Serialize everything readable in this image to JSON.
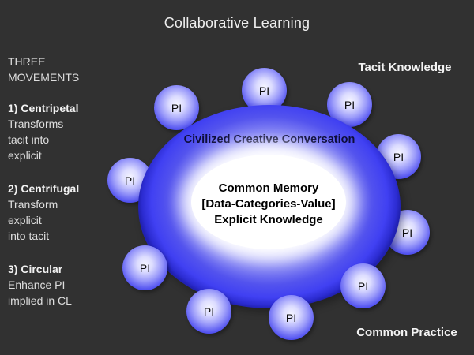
{
  "slide": {
    "title": "Collaborative Learning",
    "background_color": "#313131"
  },
  "left_panel": {
    "heading": "THREE MOVEMENTS",
    "movements": [
      {
        "label": "1) Centripetal",
        "lines": [
          "Transforms",
          "tacit into",
          "explicit"
        ]
      },
      {
        "label": "2) Centrifugal",
        "lines": [
          "Transform",
          "explicit",
          "into tacit"
        ]
      },
      {
        "label": "3) Circular",
        "lines": [
          "Enhance PI",
          "implied in CL"
        ]
      }
    ]
  },
  "corner_labels": {
    "top_right": "Tacit Knowledge",
    "bottom_right": "Common Practice"
  },
  "diagram": {
    "conversation_label": "Civilized Creative Conversation",
    "core_lines": [
      "Common Memory",
      "[Data-Categories-Value]",
      "Explicit Knowledge"
    ],
    "node_label": "PI",
    "node_count": 10,
    "colors": {
      "ellipse_blue": "#4040f2",
      "ellipse_rim": "#2121b2",
      "node_blue": "#3030da",
      "node_highlight": "#f4f4ff",
      "core_fill": "#ffffff",
      "conversation_text": "#0d0d3a",
      "core_text": "#000000",
      "title_text": "#efefef",
      "body_text": "#dedede"
    }
  }
}
